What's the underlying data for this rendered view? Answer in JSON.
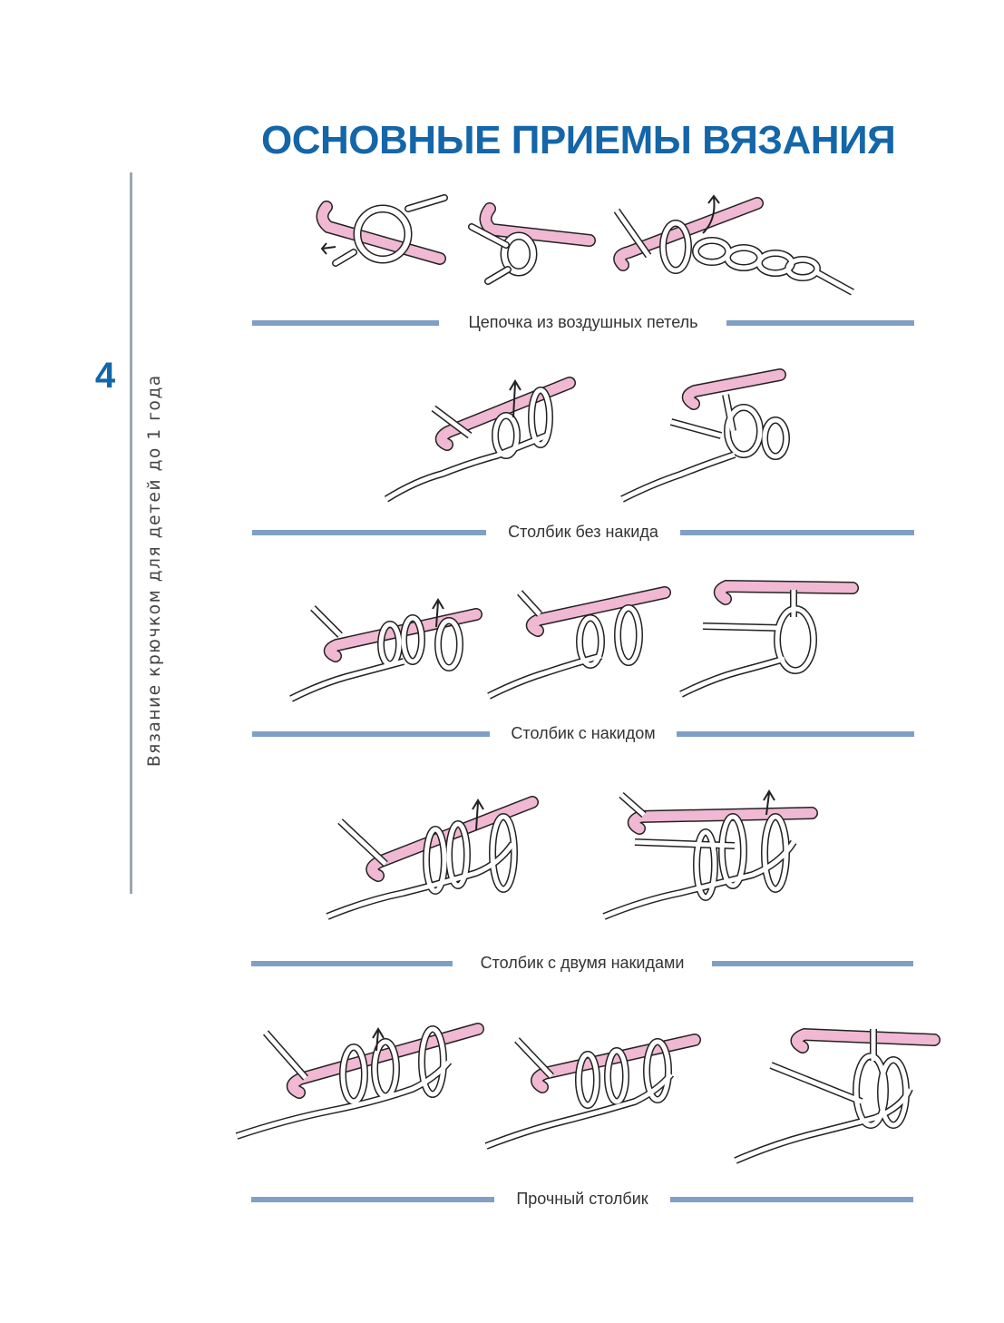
{
  "page": {
    "title": "ОСНОВНЫЕ ПРИЕМЫ ВЯЗАНИЯ",
    "chapter_number": "4",
    "side_title": "Вязание крючком для детей до 1 года"
  },
  "sections": [
    {
      "caption": "Цепочка из воздушных петель",
      "figures": 3
    },
    {
      "caption": "Столбик без накида",
      "figures": 2
    },
    {
      "caption": "Столбик с накидом",
      "figures": 3
    },
    {
      "caption": "Столбик с двумя накидами",
      "figures": 2
    },
    {
      "caption": "Прочный столбик",
      "figures": 3
    }
  ],
  "colors": {
    "title": "#1466a8",
    "caption_bar": "#7f9fc6",
    "hook": "#f0b8d2",
    "outline": "#222222"
  }
}
